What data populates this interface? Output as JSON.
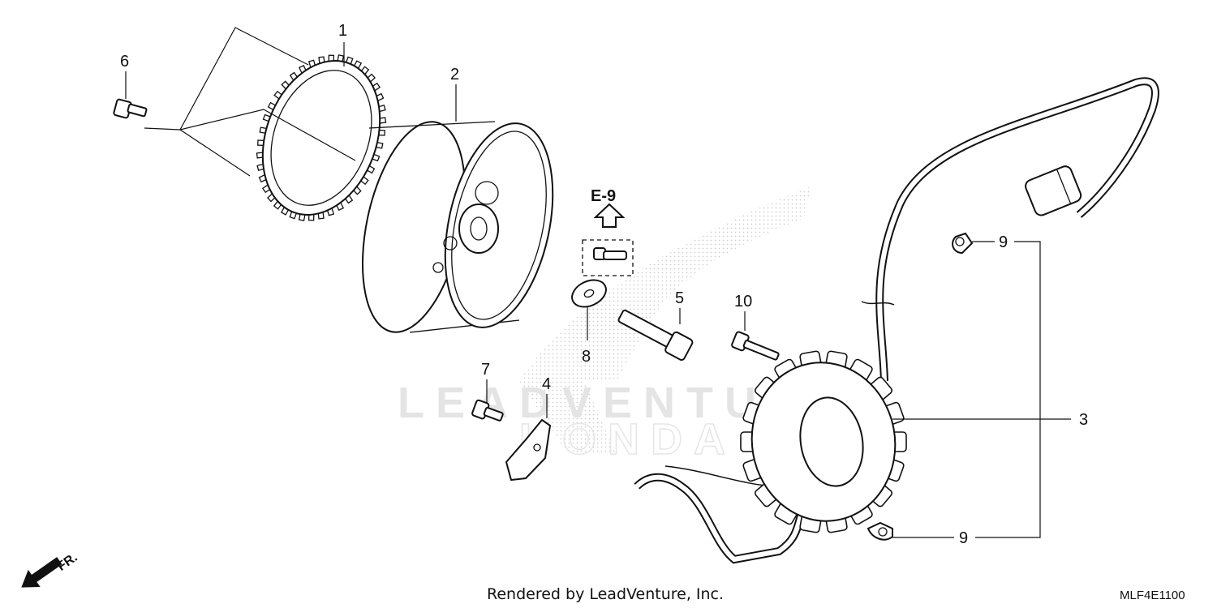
{
  "diagram": {
    "callouts": {
      "c1": "1",
      "c2": "2",
      "c3": "3",
      "c4": "4",
      "c5": "5",
      "c6": "6",
      "c7": "7",
      "c8": "8",
      "c9_top": "9",
      "c9_bottom": "9",
      "c10": "10"
    },
    "reference_label": "E-9",
    "direction_label": "FR.",
    "watermark_line1": "LEADVENTURE",
    "watermark_line2": "HONDA",
    "footer_credit": "Rendered by LeadVenture, Inc.",
    "diagram_code": "MLF4E1100"
  },
  "colors": {
    "line": "#111111",
    "background": "#ffffff",
    "watermark": "#e4e4e4",
    "stipple": "#cfcfcf"
  },
  "icons": {
    "direction_arrow": "arrow-down-left-icon",
    "reference_arrow": "arrow-up-icon"
  }
}
